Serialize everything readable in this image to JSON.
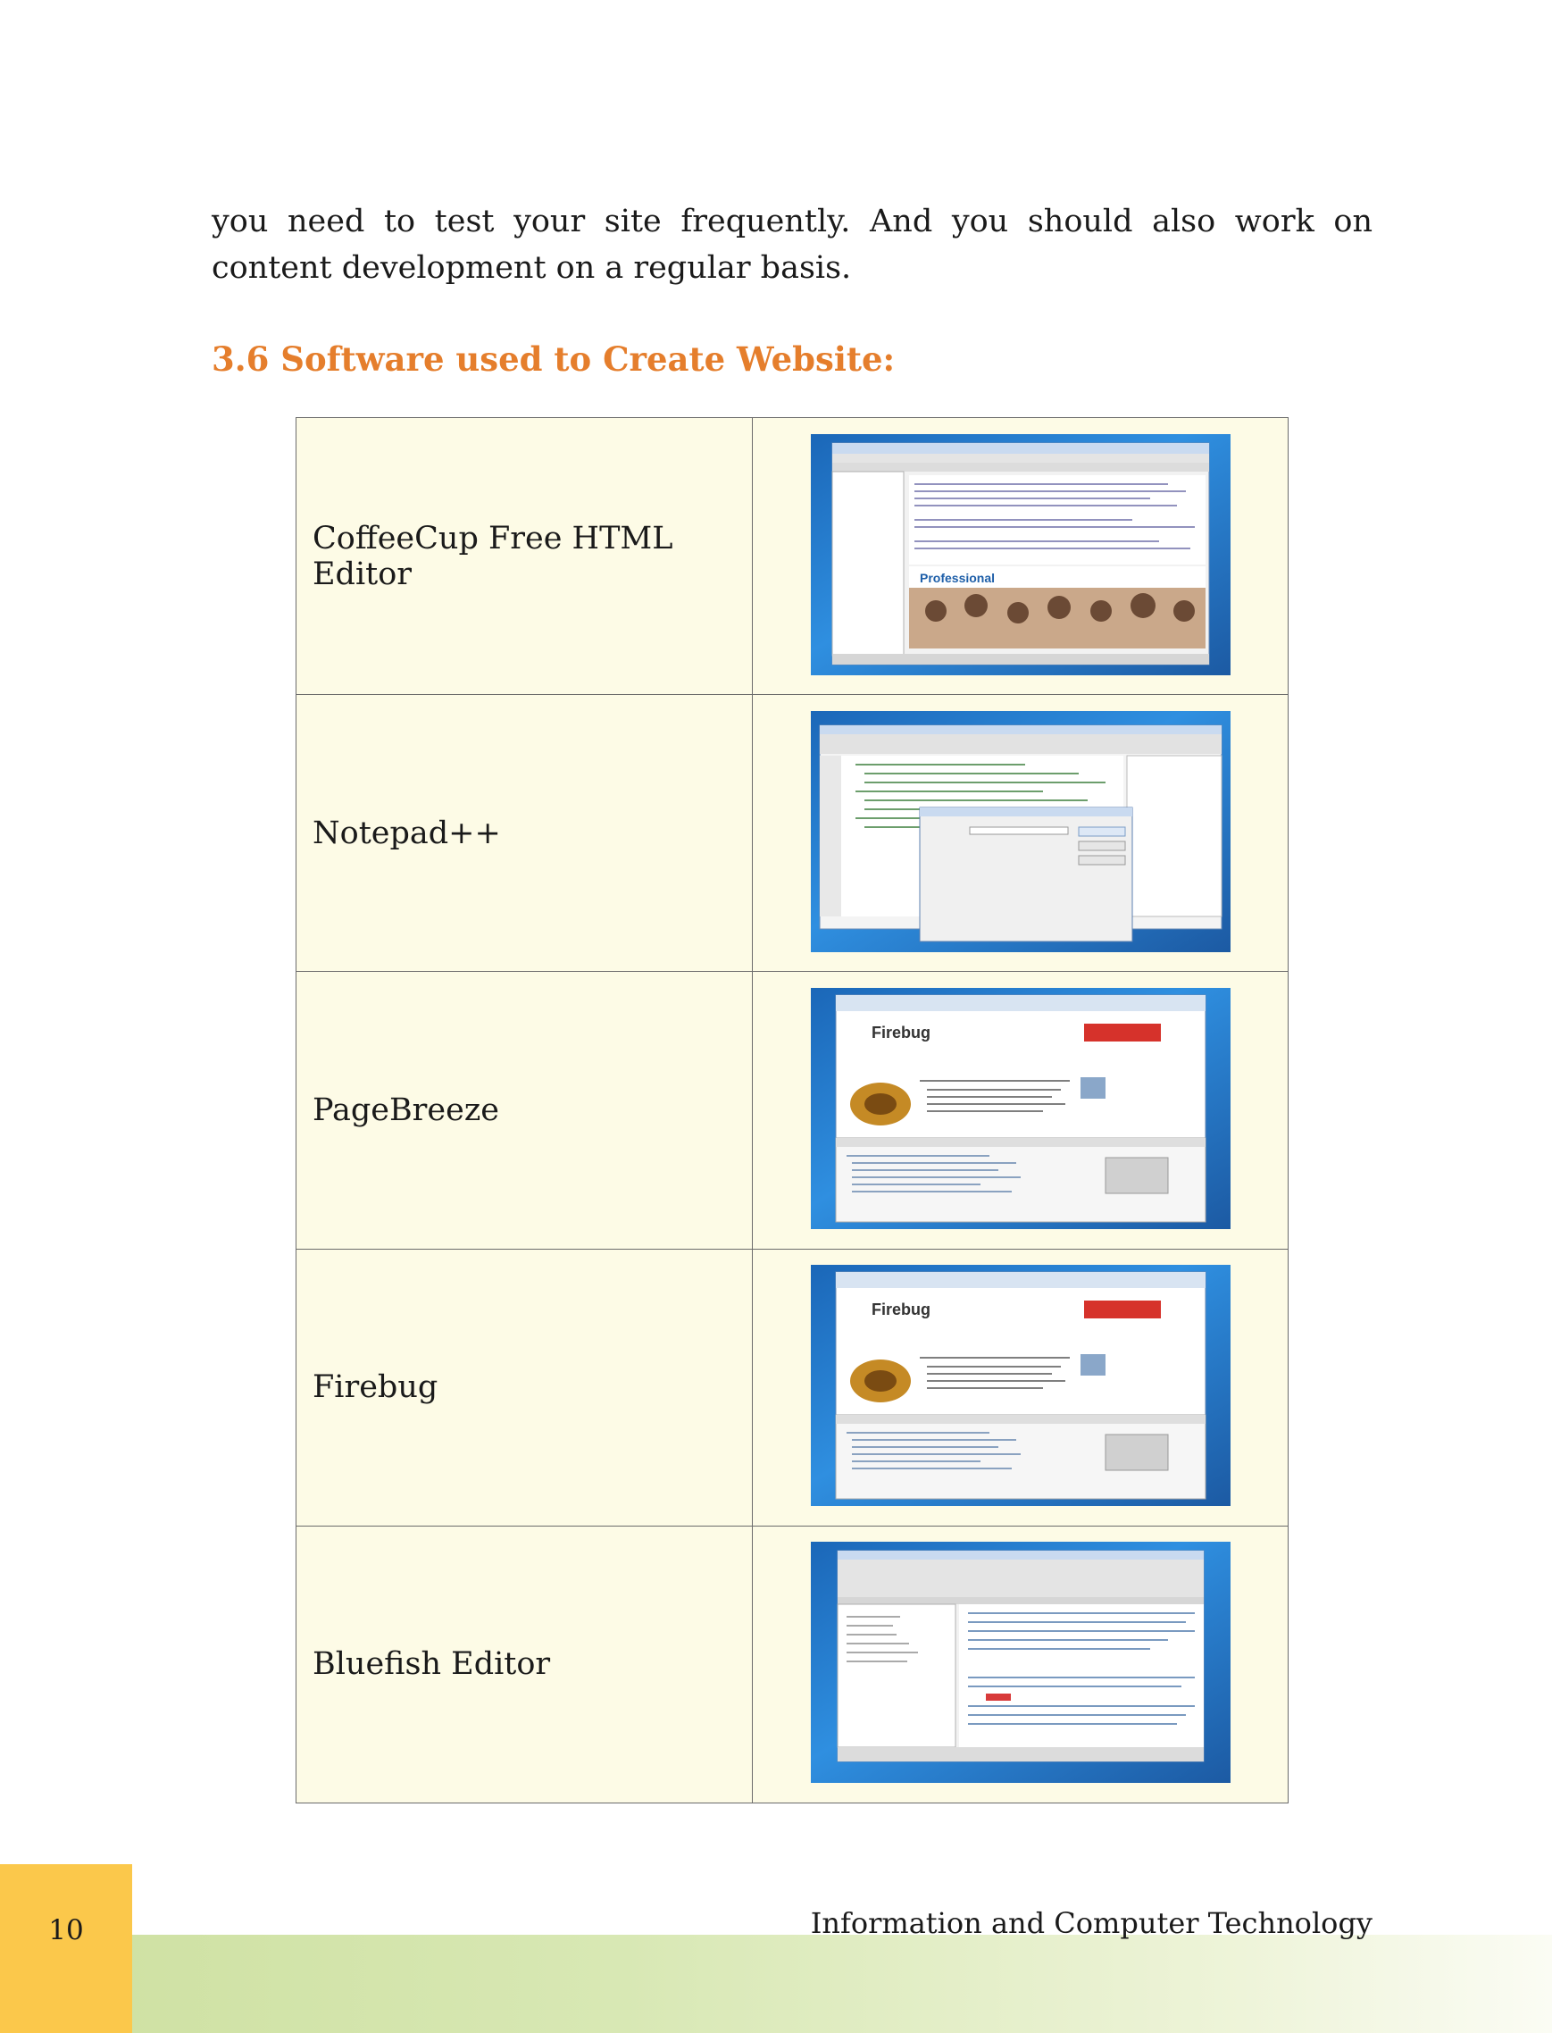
{
  "intro_text": "you need to test your site frequently. And you should also work on content development on a regular basis.",
  "section_heading": "3.6 Software used to Create Website:",
  "software": [
    {
      "name": "CoffeeCup Free HTML Editor",
      "screenshot_label": "Professional"
    },
    {
      "name": "Notepad++",
      "screenshot_label": ""
    },
    {
      "name": "PageBreeze",
      "screenshot_label": "Firebug"
    },
    {
      "name": "Firebug",
      "screenshot_label": "Firebug"
    },
    {
      "name": "Bluefish Editor",
      "screenshot_label": ""
    }
  ],
  "footer": {
    "page_number": "10",
    "book_title": "Information and Computer Technology"
  },
  "colors": {
    "heading": "#e57e2c",
    "table_bg": "#fdfbe6",
    "page_tab": "#fbc84b",
    "footer_band": "#cde0a0"
  }
}
